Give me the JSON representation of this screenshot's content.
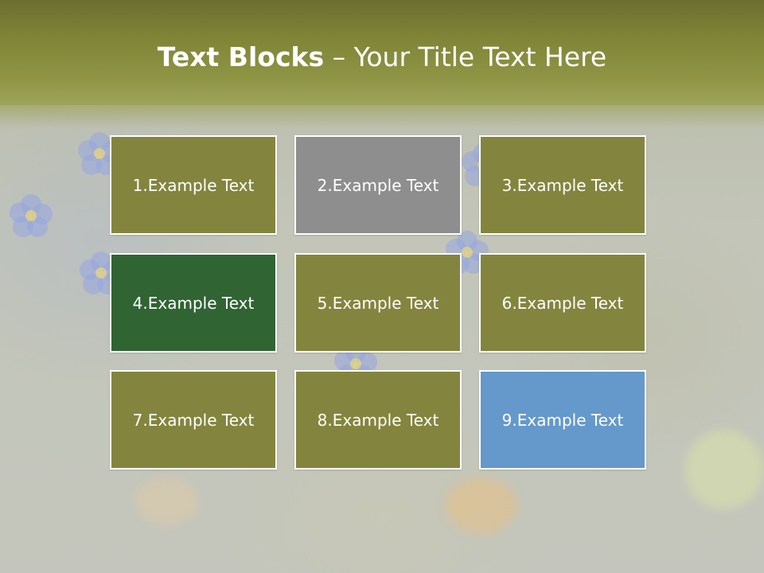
{
  "slide": {
    "title_bold": "Text Blocks",
    "title_dash": " – ",
    "title_rest": "Your Title Text Here"
  },
  "blocks": [
    {
      "label": "1.Example Text",
      "color": "#83853e"
    },
    {
      "label": "2.Example Text",
      "color": "#8e8e8e"
    },
    {
      "label": "3.Example Text",
      "color": "#83853e"
    },
    {
      "label": "4.Example Text",
      "color": "#306433"
    },
    {
      "label": "5.Example Text",
      "color": "#83853e"
    },
    {
      "label": "6.Example Text",
      "color": "#83853e"
    },
    {
      "label": "7.Example Text",
      "color": "#83853e"
    },
    {
      "label": "8.Example Text",
      "color": "#83853e"
    },
    {
      "label": "9.Example Text",
      "color": "#6598cb"
    }
  ],
  "theme": {
    "header_color": "#7f8436",
    "text_color": "#ffffff"
  }
}
